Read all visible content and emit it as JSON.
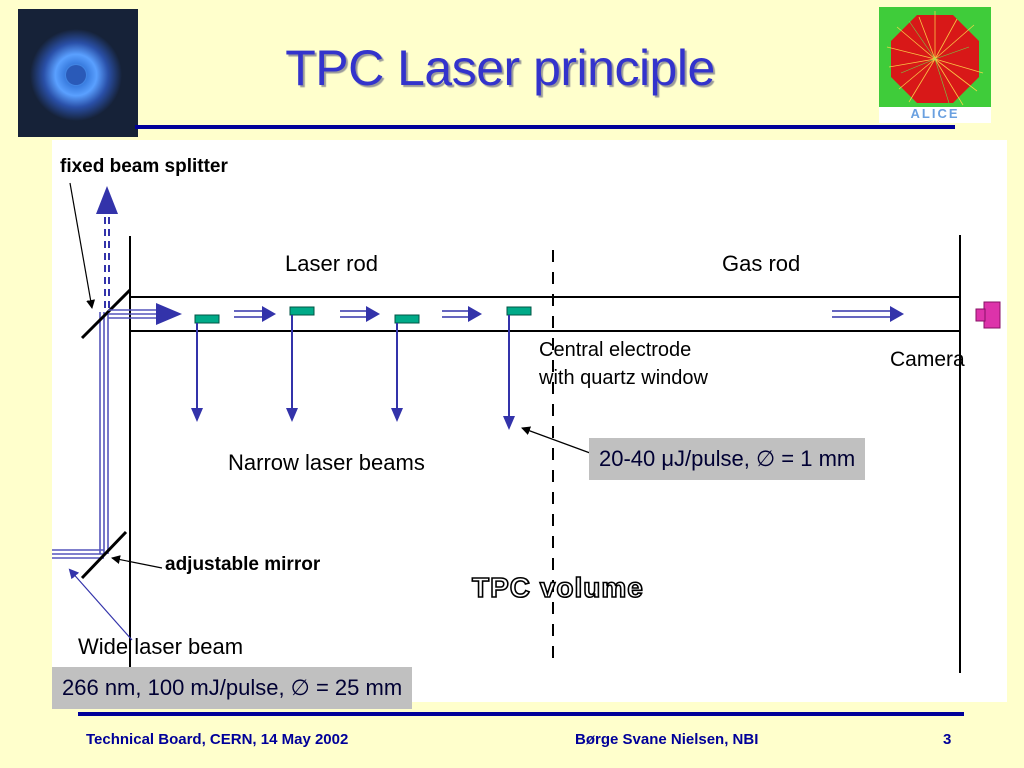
{
  "slide": {
    "title": "TPC Laser principle",
    "footer_left": "Technical Board, CERN, 14 May 2002",
    "footer_center": "Børge Svane Nielsen, NBI",
    "page_number": "3"
  },
  "logo": {
    "text": "ALICE"
  },
  "diagram": {
    "labels": {
      "fixed_beam_splitter": "fixed beam splitter",
      "laser_rod": "Laser rod",
      "gas_rod": "Gas rod",
      "central_electrode_line1": "Central electrode",
      "central_electrode_line2": "with quartz window",
      "camera": "Camera",
      "narrow_laser_beams": "Narrow laser beams",
      "adjustable_mirror": "adjustable mirror",
      "tpc_volume": "TPC volume",
      "wide_laser_beam": "Wide laser beam"
    },
    "callouts": {
      "narrow_beam_spec": "20-40 μJ/pulse, ∅ = 1 mm",
      "wide_beam_spec": "266 nm, 100 mJ/pulse, ∅ = 25 mm"
    }
  },
  "colors": {
    "background": "#ffffcc",
    "title": "#3333cc",
    "rule": "#000099",
    "beam": "#3333aa",
    "splitter_tab": "#00aa88",
    "camera": "#dd33aa",
    "callout_bg": "#c0c0c0"
  }
}
